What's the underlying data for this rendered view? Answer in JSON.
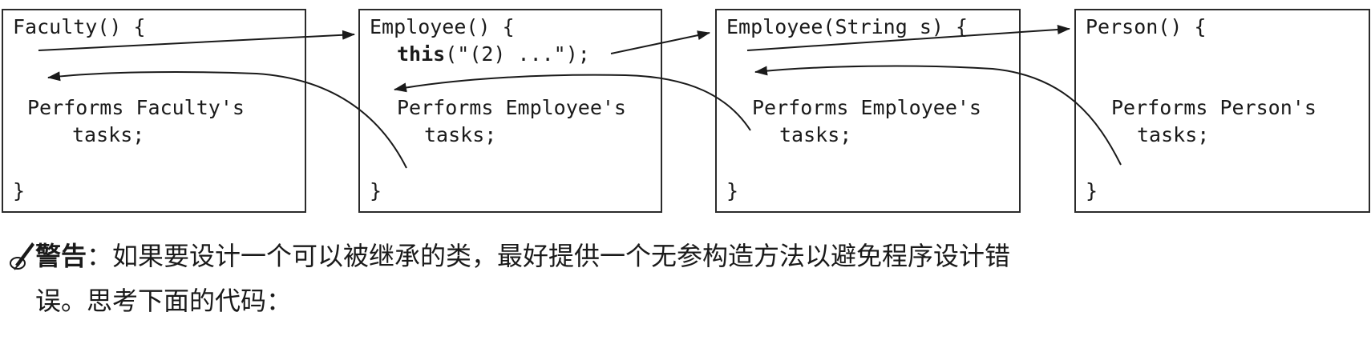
{
  "diagram": {
    "boxes": [
      {
        "header": "Faculty() {",
        "task_line1": "Performs Faculty's",
        "task_line2": "tasks;",
        "close": "}"
      },
      {
        "header": "Employee() {",
        "call_keyword": "this",
        "call_rest": "(\"(2) ...\");",
        "task_line1": "Performs Employee's",
        "task_line2": "tasks;",
        "close": "}"
      },
      {
        "header": "Employee(String s) {",
        "task_line1": "Performs Employee's",
        "task_line2": "tasks;",
        "close": "}"
      },
      {
        "header": "Person() {",
        "task_line1": "Performs Person's",
        "task_line2": "tasks;",
        "close": "}"
      }
    ]
  },
  "caution": {
    "icon": "pen-icon",
    "label": "警告",
    "text_line1": "：如果要设计一个可以被继承的类，最好提供一个无参构造方法以避免程序设计错",
    "text_line2": "误。思考下面的代码："
  }
}
